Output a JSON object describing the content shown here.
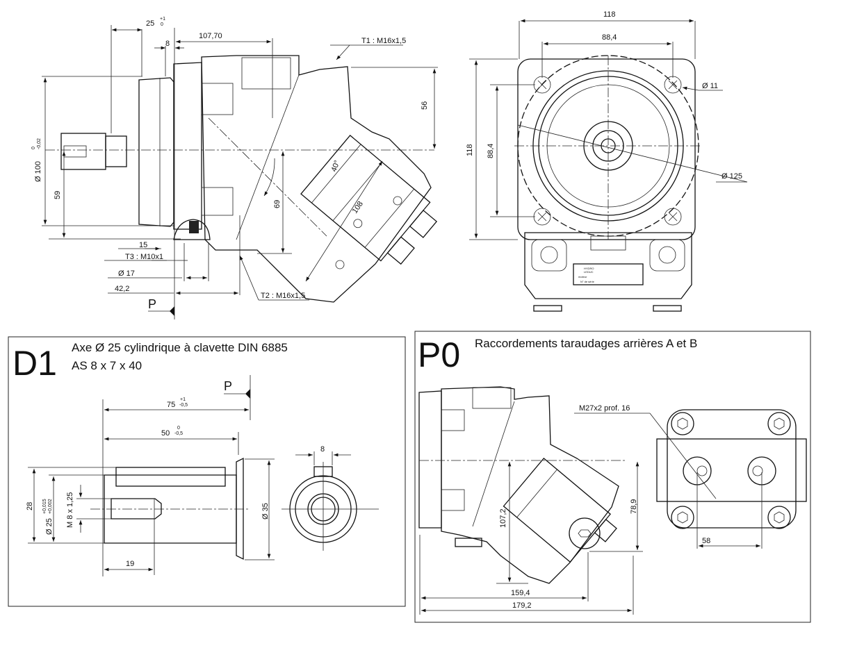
{
  "main_view": {
    "dims": {
      "d25": "25",
      "d25_tol_up": "+1",
      "d25_tol_low": "0",
      "d8": "8",
      "d107": "107,70",
      "t1": "T1 : M16x1,5",
      "d56": "56",
      "d100": "Ø 100",
      "d100_tol_up": "0",
      "d100_tol_low": "-0,02",
      "d59": "59",
      "angle": "40°",
      "d69": "69",
      "d108": "108",
      "d15": "15",
      "t3": "T3 : M10x1",
      "d17": "Ø 17",
      "d42": "42,2",
      "t2": "T2 : M16x1,5",
      "p": "P"
    }
  },
  "front_view": {
    "dims": {
      "w118": "118",
      "w88": "88,4",
      "h118": "118",
      "h88": "88,4",
      "d11": "Ø 11",
      "d125": "Ø 125"
    },
    "nameplate": {
      "brand1": "HYDRO",
      "brand2": "LEDUC",
      "line1": "moteur",
      "line2": "N° de série"
    }
  },
  "d1_panel": {
    "code": "D1",
    "title": "Axe Ø 25 cylindrique à clavette DIN 6885",
    "subtitle": "AS 8 x 7 x 40",
    "dims": {
      "p": "P",
      "d75": "75",
      "d75_tol_up": "+1",
      "d75_tol_low": "-0,5",
      "d50": "50",
      "d50_tol_up": "0",
      "d50_tol_low": "-0,5",
      "key8": "8",
      "d28": "28",
      "d25": "Ø 25",
      "d25_tol_up": "+0,015",
      "d25_tol_low": "+0,002",
      "m8": "M 8 x 1,25",
      "d35": "Ø 35",
      "d19": "19"
    }
  },
  "p0_panel": {
    "code": "P0",
    "title": "Raccordements taraudages arrières A et B",
    "dims": {
      "thread": "M27x2 prof. 16",
      "d107": "107,2",
      "d78": "78,9",
      "d58": "58",
      "d159": "159,4",
      "d179": "179,2"
    }
  }
}
